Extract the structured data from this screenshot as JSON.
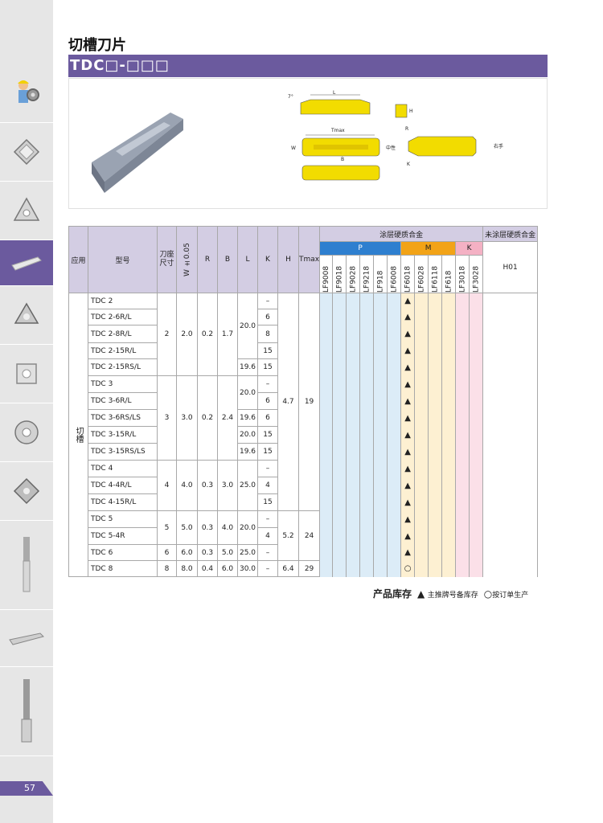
{
  "page": {
    "title": "切槽刀片",
    "subtitle": "TDC□-□□□",
    "page_number": "57"
  },
  "diagram": {
    "labels": {
      "angle": "7°",
      "L": "L",
      "H": "H",
      "Tmax": "Tmax",
      "W": "W",
      "B": "B",
      "R": "R",
      "K": "K",
      "neutral": "中性",
      "right": "右手"
    }
  },
  "table": {
    "headers": {
      "app": "应用",
      "model": "型号",
      "seat": "刀座尺寸",
      "W": "W ±0.05",
      "R": "R",
      "B": "B",
      "L": "L",
      "K": "K",
      "H": "H",
      "Tmax": "Tmax",
      "coated": "涂层硬质合金",
      "uncoated": "未涂层硬质合金",
      "P": "P",
      "M": "M",
      "K_group": "K"
    },
    "grades": [
      "LF9008",
      "LF9018",
      "LF9028",
      "LF9218",
      "LF918",
      "LF6008",
      "LF6018",
      "LF6028",
      "LF6118",
      "LF618",
      "LF3018",
      "LF3028",
      "H01"
    ],
    "application": "切槽",
    "models": [
      "TDC 2",
      "TDC 2-6R/L",
      "TDC 2-8R/L",
      "TDC 2-15R/L",
      "TDC 2-15RS/L",
      "TDC 3",
      "TDC 3-6R/L",
      "TDC 3-6RS/LS",
      "TDC 3-15R/L",
      "TDC 3-15RS/LS",
      "TDC 4",
      "TDC 4-4R/L",
      "TDC 4-15R/L",
      "TDC 5",
      "TDC 5-4R",
      "TDC 6",
      "TDC 8"
    ],
    "groups": [
      {
        "seat": "2",
        "W": "2.0",
        "R": "0.2",
        "B": "1.7"
      },
      {
        "seat": "3",
        "W": "3.0",
        "R": "0.2",
        "B": "2.4"
      },
      {
        "seat": "4",
        "W": "4.0",
        "R": "0.3",
        "B": "3.0"
      },
      {
        "seat": "5",
        "W": "5.0",
        "R": "0.3",
        "B": "4.0"
      },
      {
        "seat": "6",
        "W": "6.0",
        "R": "0.3",
        "B": "5.0"
      },
      {
        "seat": "8",
        "W": "8.0",
        "R": "0.4",
        "B": "6.0"
      }
    ],
    "L": [
      "20.0",
      "19.6",
      "20.0",
      "19.6",
      "20.0",
      "19.6",
      "25.0",
      "20.0",
      "25.0",
      "30.0"
    ],
    "K": [
      "–",
      "6",
      "8",
      "15",
      "15",
      "–",
      "6",
      "6",
      "15",
      "15",
      "–",
      "4",
      "15",
      "–",
      "4",
      "–",
      "–"
    ],
    "H": [
      "4.7",
      "5.2",
      "6.4"
    ],
    "Tmax": [
      "19",
      "24",
      "29"
    ],
    "stock_marks": [
      "▲",
      "▲",
      "▲",
      "▲",
      "▲",
      "▲",
      "▲",
      "▲",
      "▲",
      "▲",
      "▲",
      "▲",
      "▲",
      "▲",
      "▲",
      "▲",
      "○"
    ]
  },
  "legend": {
    "title": "产品库存",
    "stock_symbol": "▲",
    "stock_text": "主推牌号备库存",
    "order_symbol": "○",
    "order_text": "按订单生产"
  },
  "colors": {
    "accent": "#6b5a9e",
    "header_bg": "#d3cde3",
    "P": "#2e7fcf",
    "M": "#f2a317",
    "K": "#f4b1c4",
    "insert": "#f2dc00"
  }
}
